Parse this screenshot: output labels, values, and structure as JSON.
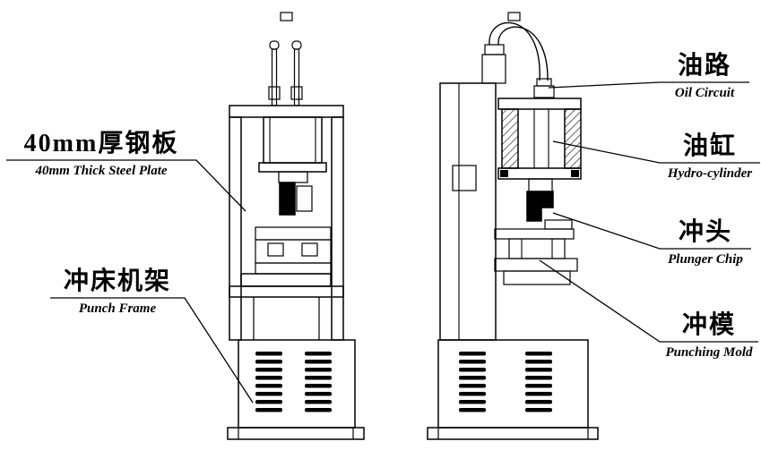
{
  "figure": {
    "background": "#ffffff",
    "line_color": "#000000"
  },
  "labels": {
    "steel_plate": {
      "zh": "40mm厚钢板",
      "en": "40mm Thick Steel Plate"
    },
    "punch_frame": {
      "zh": "冲床机架",
      "en": "Punch Frame"
    },
    "oil_circuit": {
      "zh": "油路",
      "en": "Oil Circuit"
    },
    "hydro_cylinder": {
      "zh": "油缸",
      "en": "Hydro-cylinder"
    },
    "plunger_chip": {
      "zh": "冲头",
      "en": "Plunger Chip"
    },
    "punching_mold": {
      "zh": "冲模",
      "en": "Punching Mold"
    }
  }
}
